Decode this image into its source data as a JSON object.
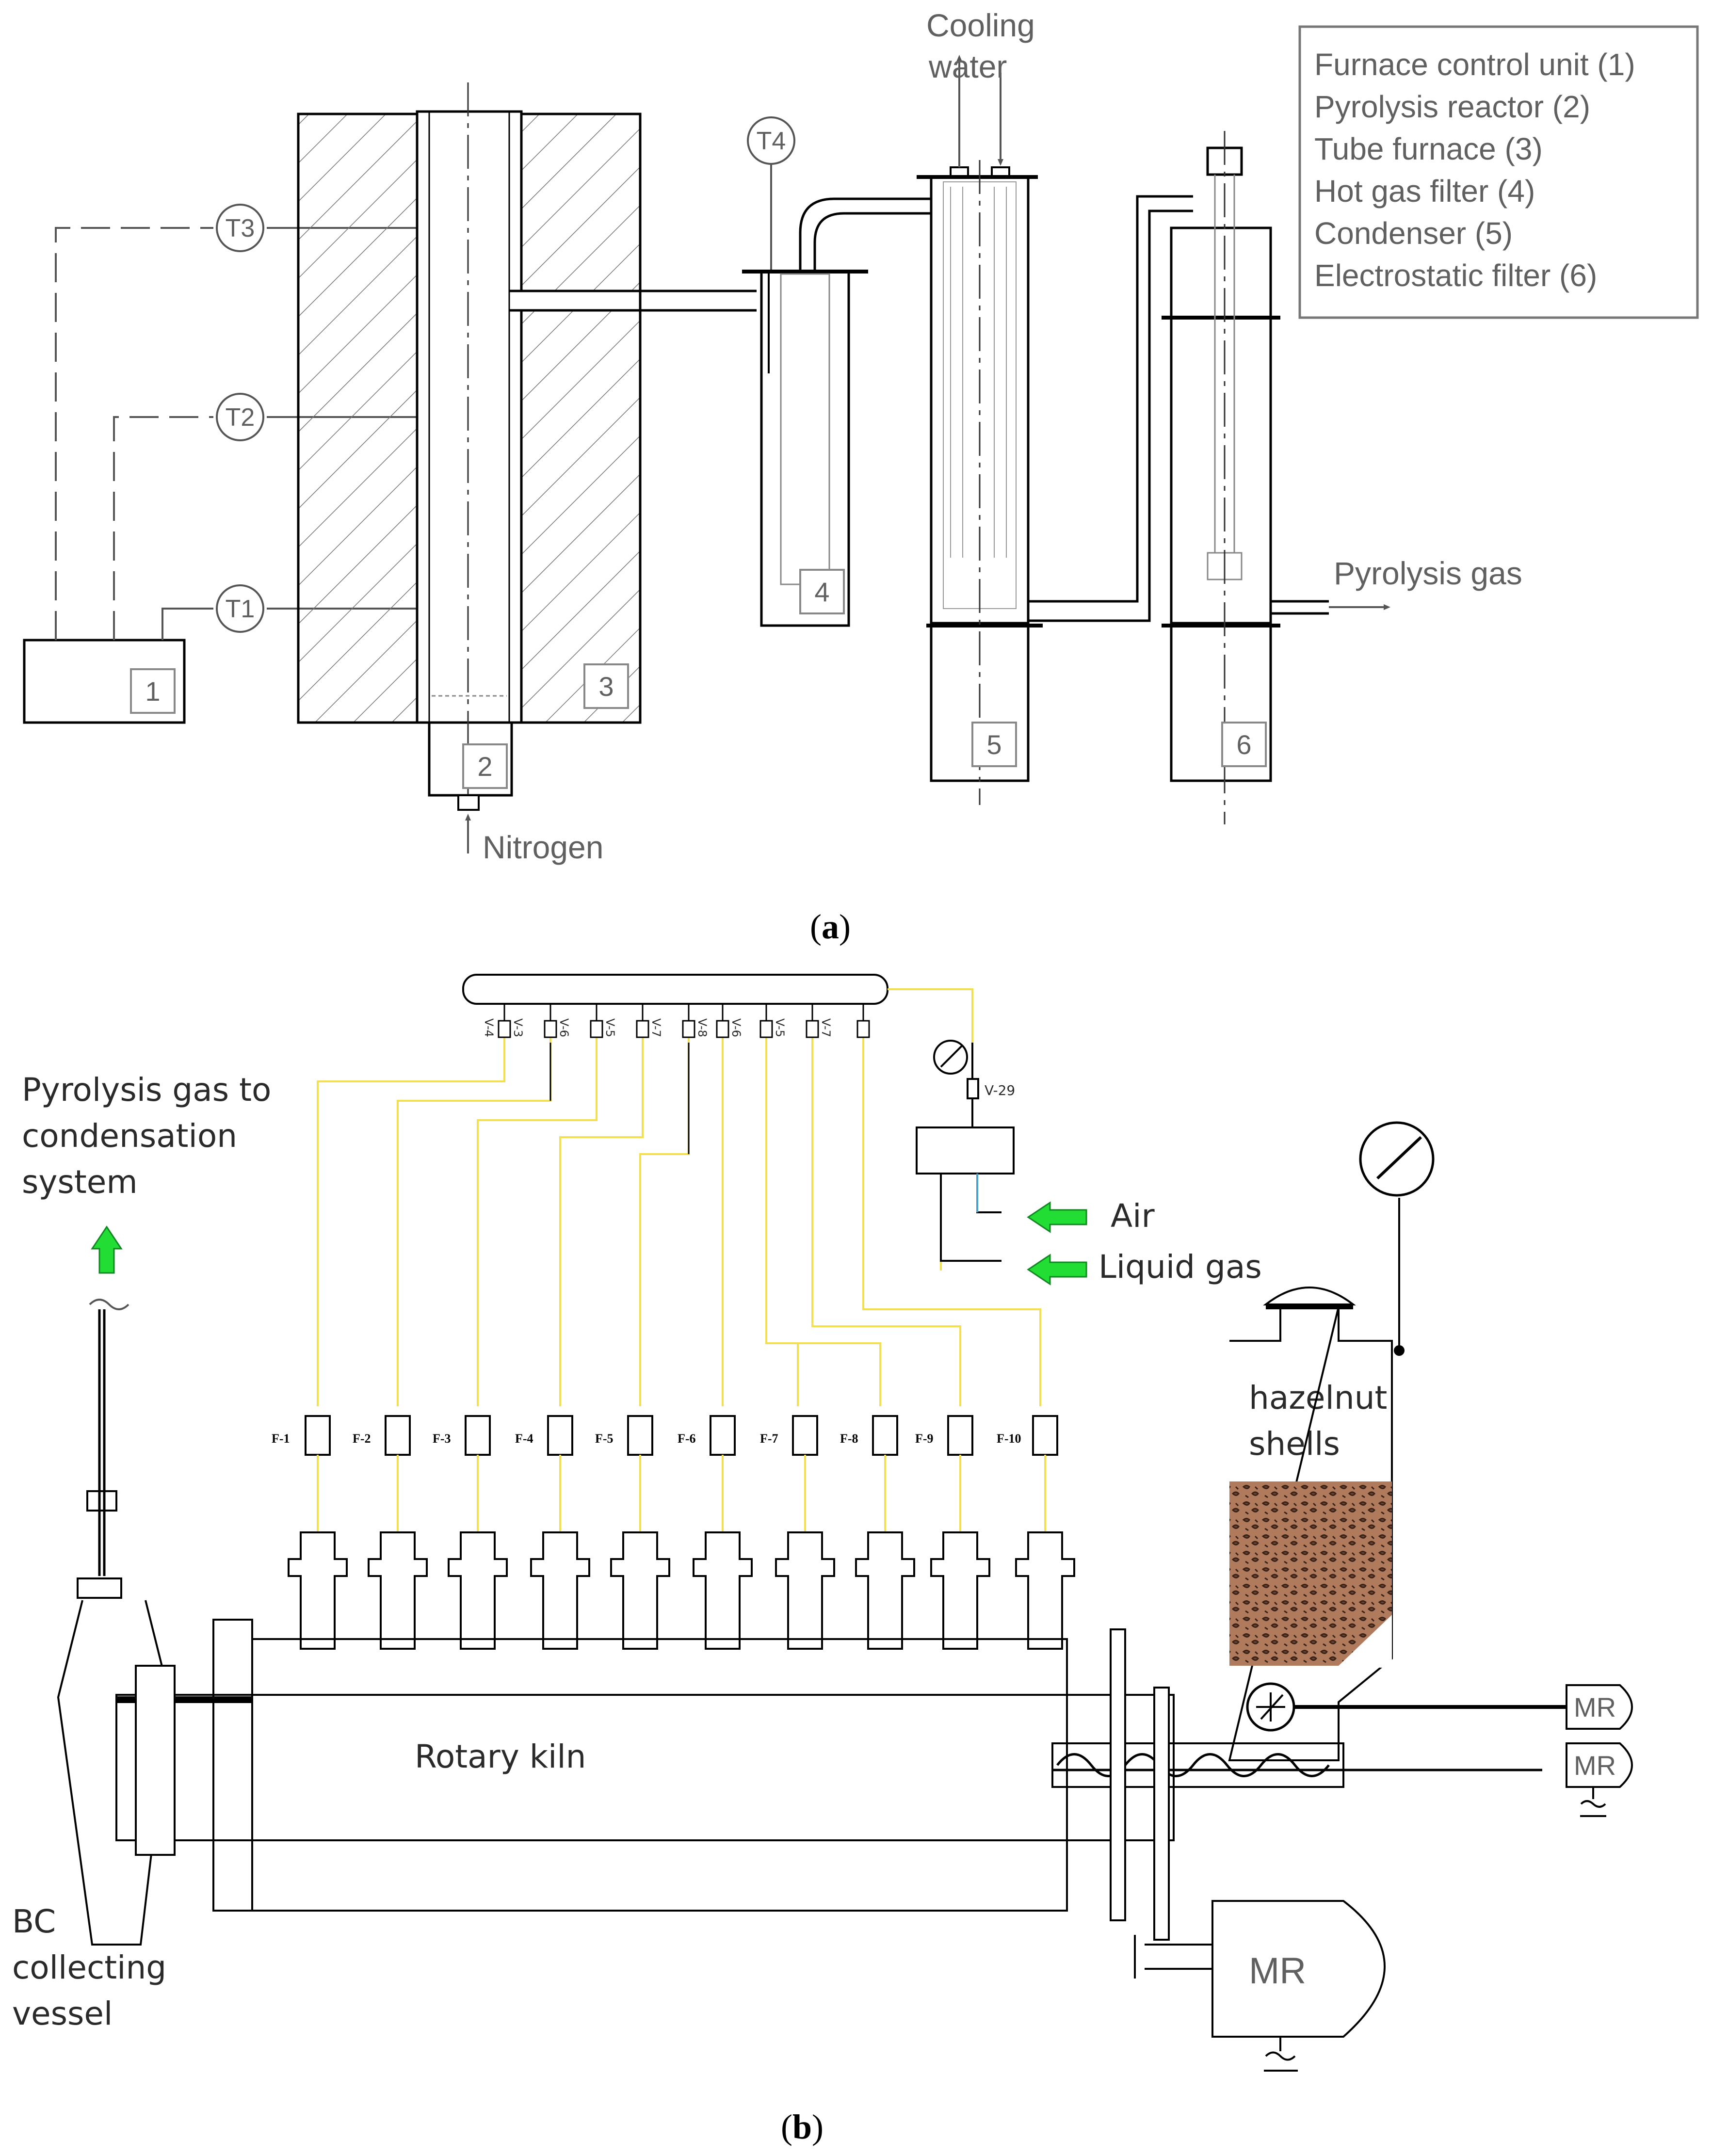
{
  "panel_a": {
    "caption_letter": "a",
    "labels": {
      "cooling_water": [
        "Cooling",
        "water"
      ],
      "nitrogen": "Nitrogen",
      "pyrolysis_gas": "Pyrolysis gas"
    },
    "thermocouples": [
      "T1",
      "T2",
      "T3",
      "T4"
    ],
    "unit_numbers": [
      "1",
      "2",
      "3",
      "4",
      "5",
      "6"
    ],
    "legend": [
      "Furnace control unit (1)",
      "Pyrolysis reactor (2)",
      "Tube furnace (3)",
      "Hot gas filter (4)",
      "Condenser (5)",
      "Electrostatic filter (6)"
    ]
  },
  "panel_b": {
    "caption_letter": "b",
    "labels": {
      "pyrolysis_gas_to": [
        "Pyrolysis gas to",
        "condensation",
        "system"
      ],
      "air": "Air",
      "liquid_gas": "Liquid gas",
      "hazelnut": [
        "hazelnut",
        "shells"
      ],
      "rotary_kiln": "Rotary kiln",
      "bc_vessel": [
        "BC",
        "collecting",
        "vessel"
      ],
      "valve_29": "V-29"
    },
    "valves": [
      "V-4",
      "V-3",
      "V-6",
      "V-5",
      "V-7",
      "V-8",
      "V-6",
      "V-5",
      "V-7"
    ],
    "flowmeters": [
      "F-1",
      "F-2",
      "F-3",
      "F-4",
      "F-5",
      "F-6",
      "F-7",
      "F-8",
      "F-9",
      "F-10"
    ],
    "motors": [
      "MR",
      "MR",
      "MR"
    ]
  }
}
